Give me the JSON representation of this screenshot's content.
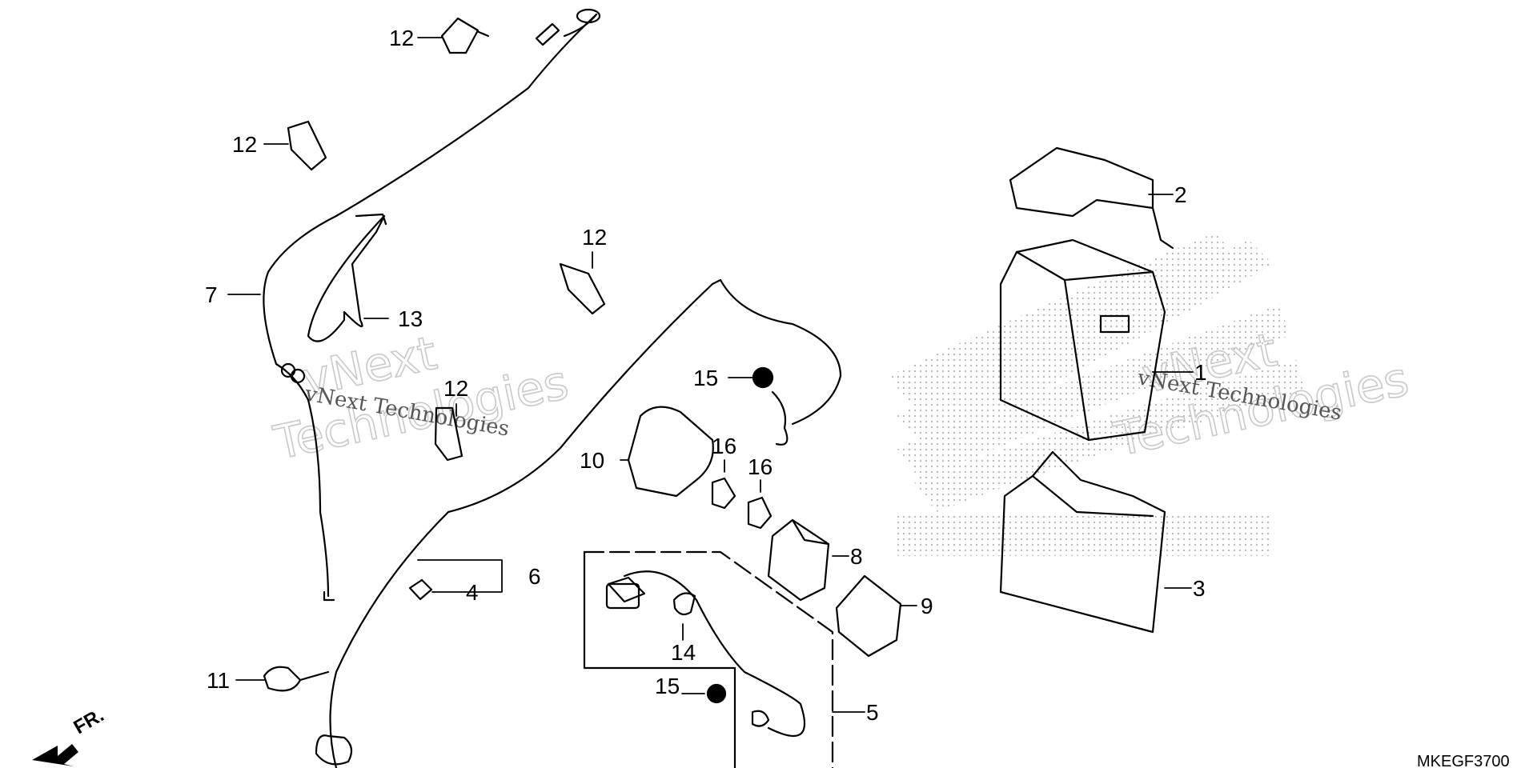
{
  "diagram": {
    "callouts": [
      {
        "id": "c12a",
        "label": "12"
      },
      {
        "id": "c12b",
        "label": "12"
      },
      {
        "id": "c12c",
        "label": "12"
      },
      {
        "id": "c12d",
        "label": "12"
      },
      {
        "id": "c7",
        "label": "7"
      },
      {
        "id": "c13",
        "label": "13"
      },
      {
        "id": "c15a",
        "label": "15"
      },
      {
        "id": "c15b",
        "label": "15"
      },
      {
        "id": "c10",
        "label": "10"
      },
      {
        "id": "c16a",
        "label": "16"
      },
      {
        "id": "c16b",
        "label": "16"
      },
      {
        "id": "c8",
        "label": "8"
      },
      {
        "id": "c9",
        "label": "9"
      },
      {
        "id": "c6",
        "label": "6"
      },
      {
        "id": "c4",
        "label": "4"
      },
      {
        "id": "c14",
        "label": "14"
      },
      {
        "id": "c5",
        "label": "5"
      },
      {
        "id": "c11",
        "label": "11"
      },
      {
        "id": "c2",
        "label": "2"
      },
      {
        "id": "c1",
        "label": "1"
      },
      {
        "id": "c3",
        "label": "3"
      }
    ],
    "front_label": "FR.",
    "diagram_code": "MKEGF3700",
    "watermarks": {
      "brand_a": "vNext",
      "brand_b": "Technologies",
      "line": "vNext Technologies"
    },
    "colors": {
      "line": "#000000",
      "watermark": "#c9c9c9",
      "dots": "#9a9a9a"
    }
  }
}
